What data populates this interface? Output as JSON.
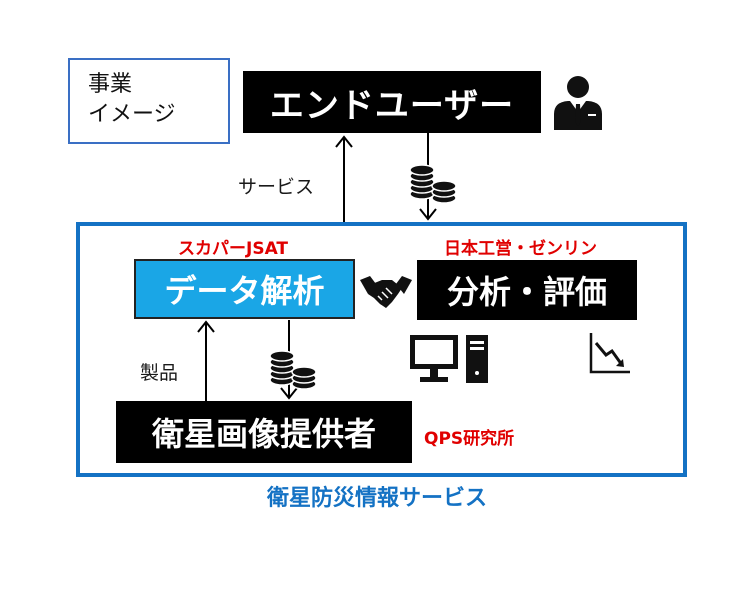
{
  "legend": {
    "line1": "事業",
    "line2": "イメージ"
  },
  "nodes": {
    "end_user": "エンドユーザー",
    "data_analysis": "データ解析",
    "analysis_eval": "分析・評価",
    "provider": "衛星画像提供者"
  },
  "companies": {
    "data_analysis": "スカパーJSAT",
    "analysis_eval": "日本工営・ゼンリン",
    "provider": "QPS研究所"
  },
  "flows": {
    "service": "サービス",
    "product": "製品"
  },
  "caption": "衛星防災情報サービス",
  "icons": [
    "businessman-icon",
    "coins-icon",
    "handshake-icon",
    "computer-icon",
    "chart-down-icon"
  ],
  "colors": {
    "frame": "#1472c4",
    "data_box": "#1aa6e6",
    "company_text": "#e00000"
  }
}
